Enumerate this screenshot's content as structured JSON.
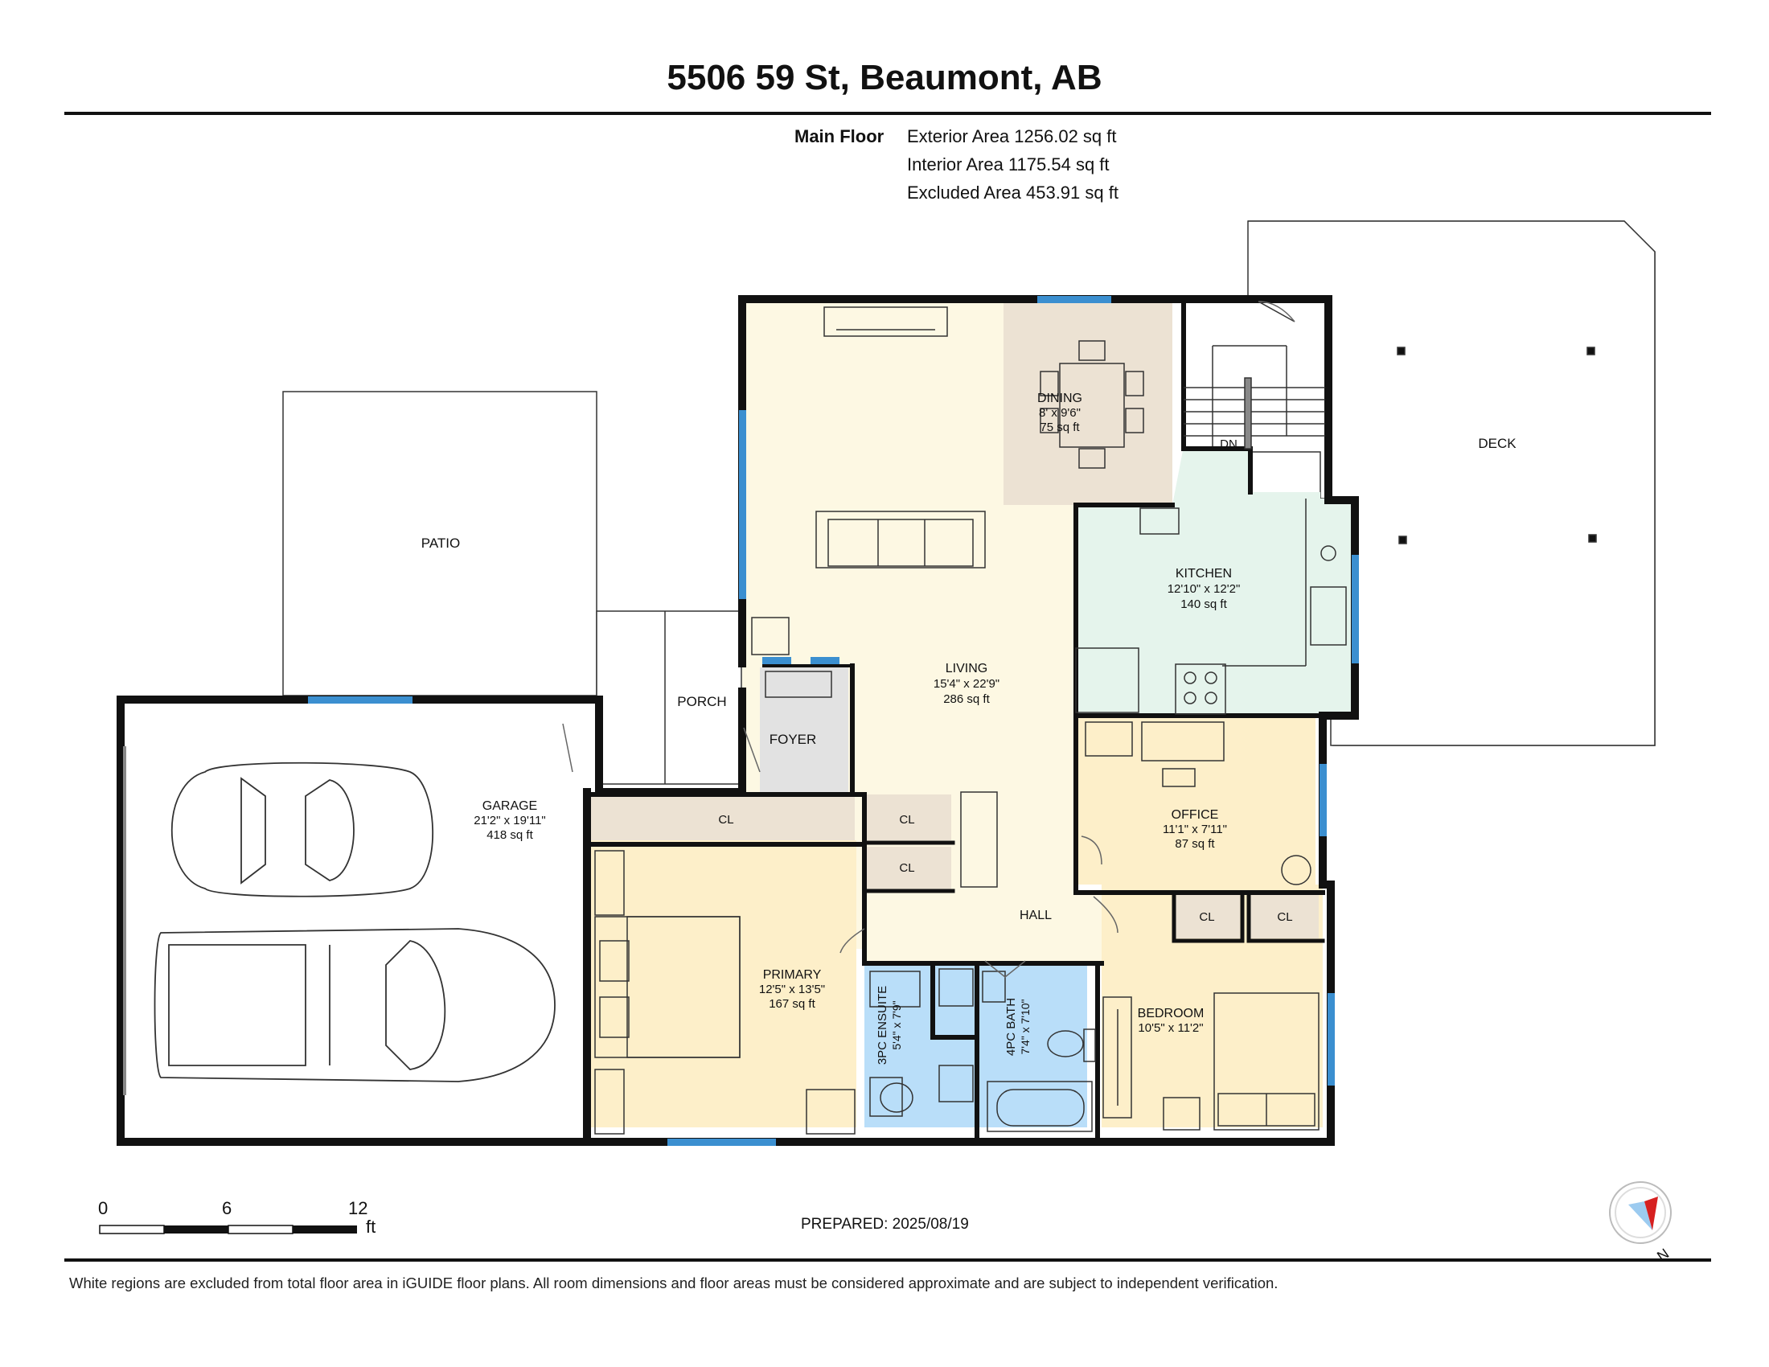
{
  "header": {
    "title": "5506 59 St, Beaumont, AB"
  },
  "areas": {
    "floor_name": "Main Floor",
    "exterior": "Exterior Area 1256.02 sq ft",
    "interior": "Interior Area 1175.54 sq ft",
    "excluded": "Excluded Area 453.91 sq ft"
  },
  "rooms": {
    "patio": {
      "name": "PATIO"
    },
    "porch": {
      "name": "PORCH"
    },
    "deck": {
      "name": "DECK"
    },
    "foyer": {
      "name": "FOYER"
    },
    "dining": {
      "name": "DINING",
      "dims": "8' x 9'6\"",
      "area": "75 sq ft"
    },
    "living": {
      "name": "LIVING",
      "dims": "15'4\" x 22'9\"",
      "area": "286 sq ft"
    },
    "kitchen": {
      "name": "KITCHEN",
      "dims": "12'10\" x 12'2\"",
      "area": "140 sq ft"
    },
    "garage": {
      "name": "GARAGE",
      "dims": "21'2\" x 19'11\"",
      "area": "418 sq ft"
    },
    "office": {
      "name": "OFFICE",
      "dims": "11'1\" x 7'11\"",
      "area": "87 sq ft"
    },
    "primary": {
      "name": "PRIMARY",
      "dims": "12'5\" x 13'5\"",
      "area": "167 sq ft"
    },
    "ensuite": {
      "name": "3PC ENSUITE",
      "dims": "5'4\" x 7'9\""
    },
    "bath": {
      "name": "4PC BATH",
      "dims": "7'4\" x 7'10\""
    },
    "bedroom": {
      "name": "BEDROOM",
      "dims": "10'5\" x 11'2\""
    },
    "hall": {
      "name": "HALL"
    },
    "stairs": {
      "name": "DN"
    },
    "closet": {
      "name": "CL"
    }
  },
  "scale": {
    "ticks": [
      "0",
      "6",
      "12"
    ],
    "unit": "ft"
  },
  "compass": {
    "label": "N"
  },
  "prepared": "PREPARED: 2025/08/19",
  "footer": "White regions are excluded from total floor area in iGUIDE floor plans. All room dimensions and floor areas must be considered approximate and are subject to independent verification.",
  "colors": {
    "living": "#fdf8e3",
    "dining": "#ece2d3",
    "kitchen": "#e5f4ec",
    "bedroom": "#fdefc9",
    "bath": "#b9def9",
    "closet": "#ece2d3",
    "foyer": "#e2e2e2",
    "window": "#3b8fd0",
    "wall": "#111111"
  }
}
